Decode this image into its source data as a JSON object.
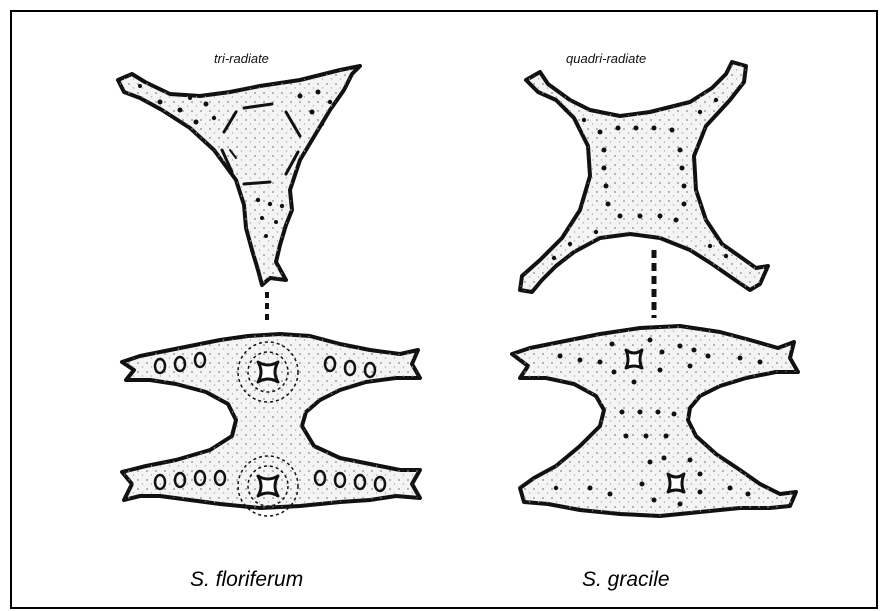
{
  "left_panel": {
    "title": "tri-radiate",
    "species": "S. floriferum"
  },
  "right_panel": {
    "title": "quadri-radiate",
    "species": "S. gracile"
  },
  "colors": {
    "ink": "#111111",
    "fill": "#f4f4f4",
    "background": "#ffffff"
  }
}
